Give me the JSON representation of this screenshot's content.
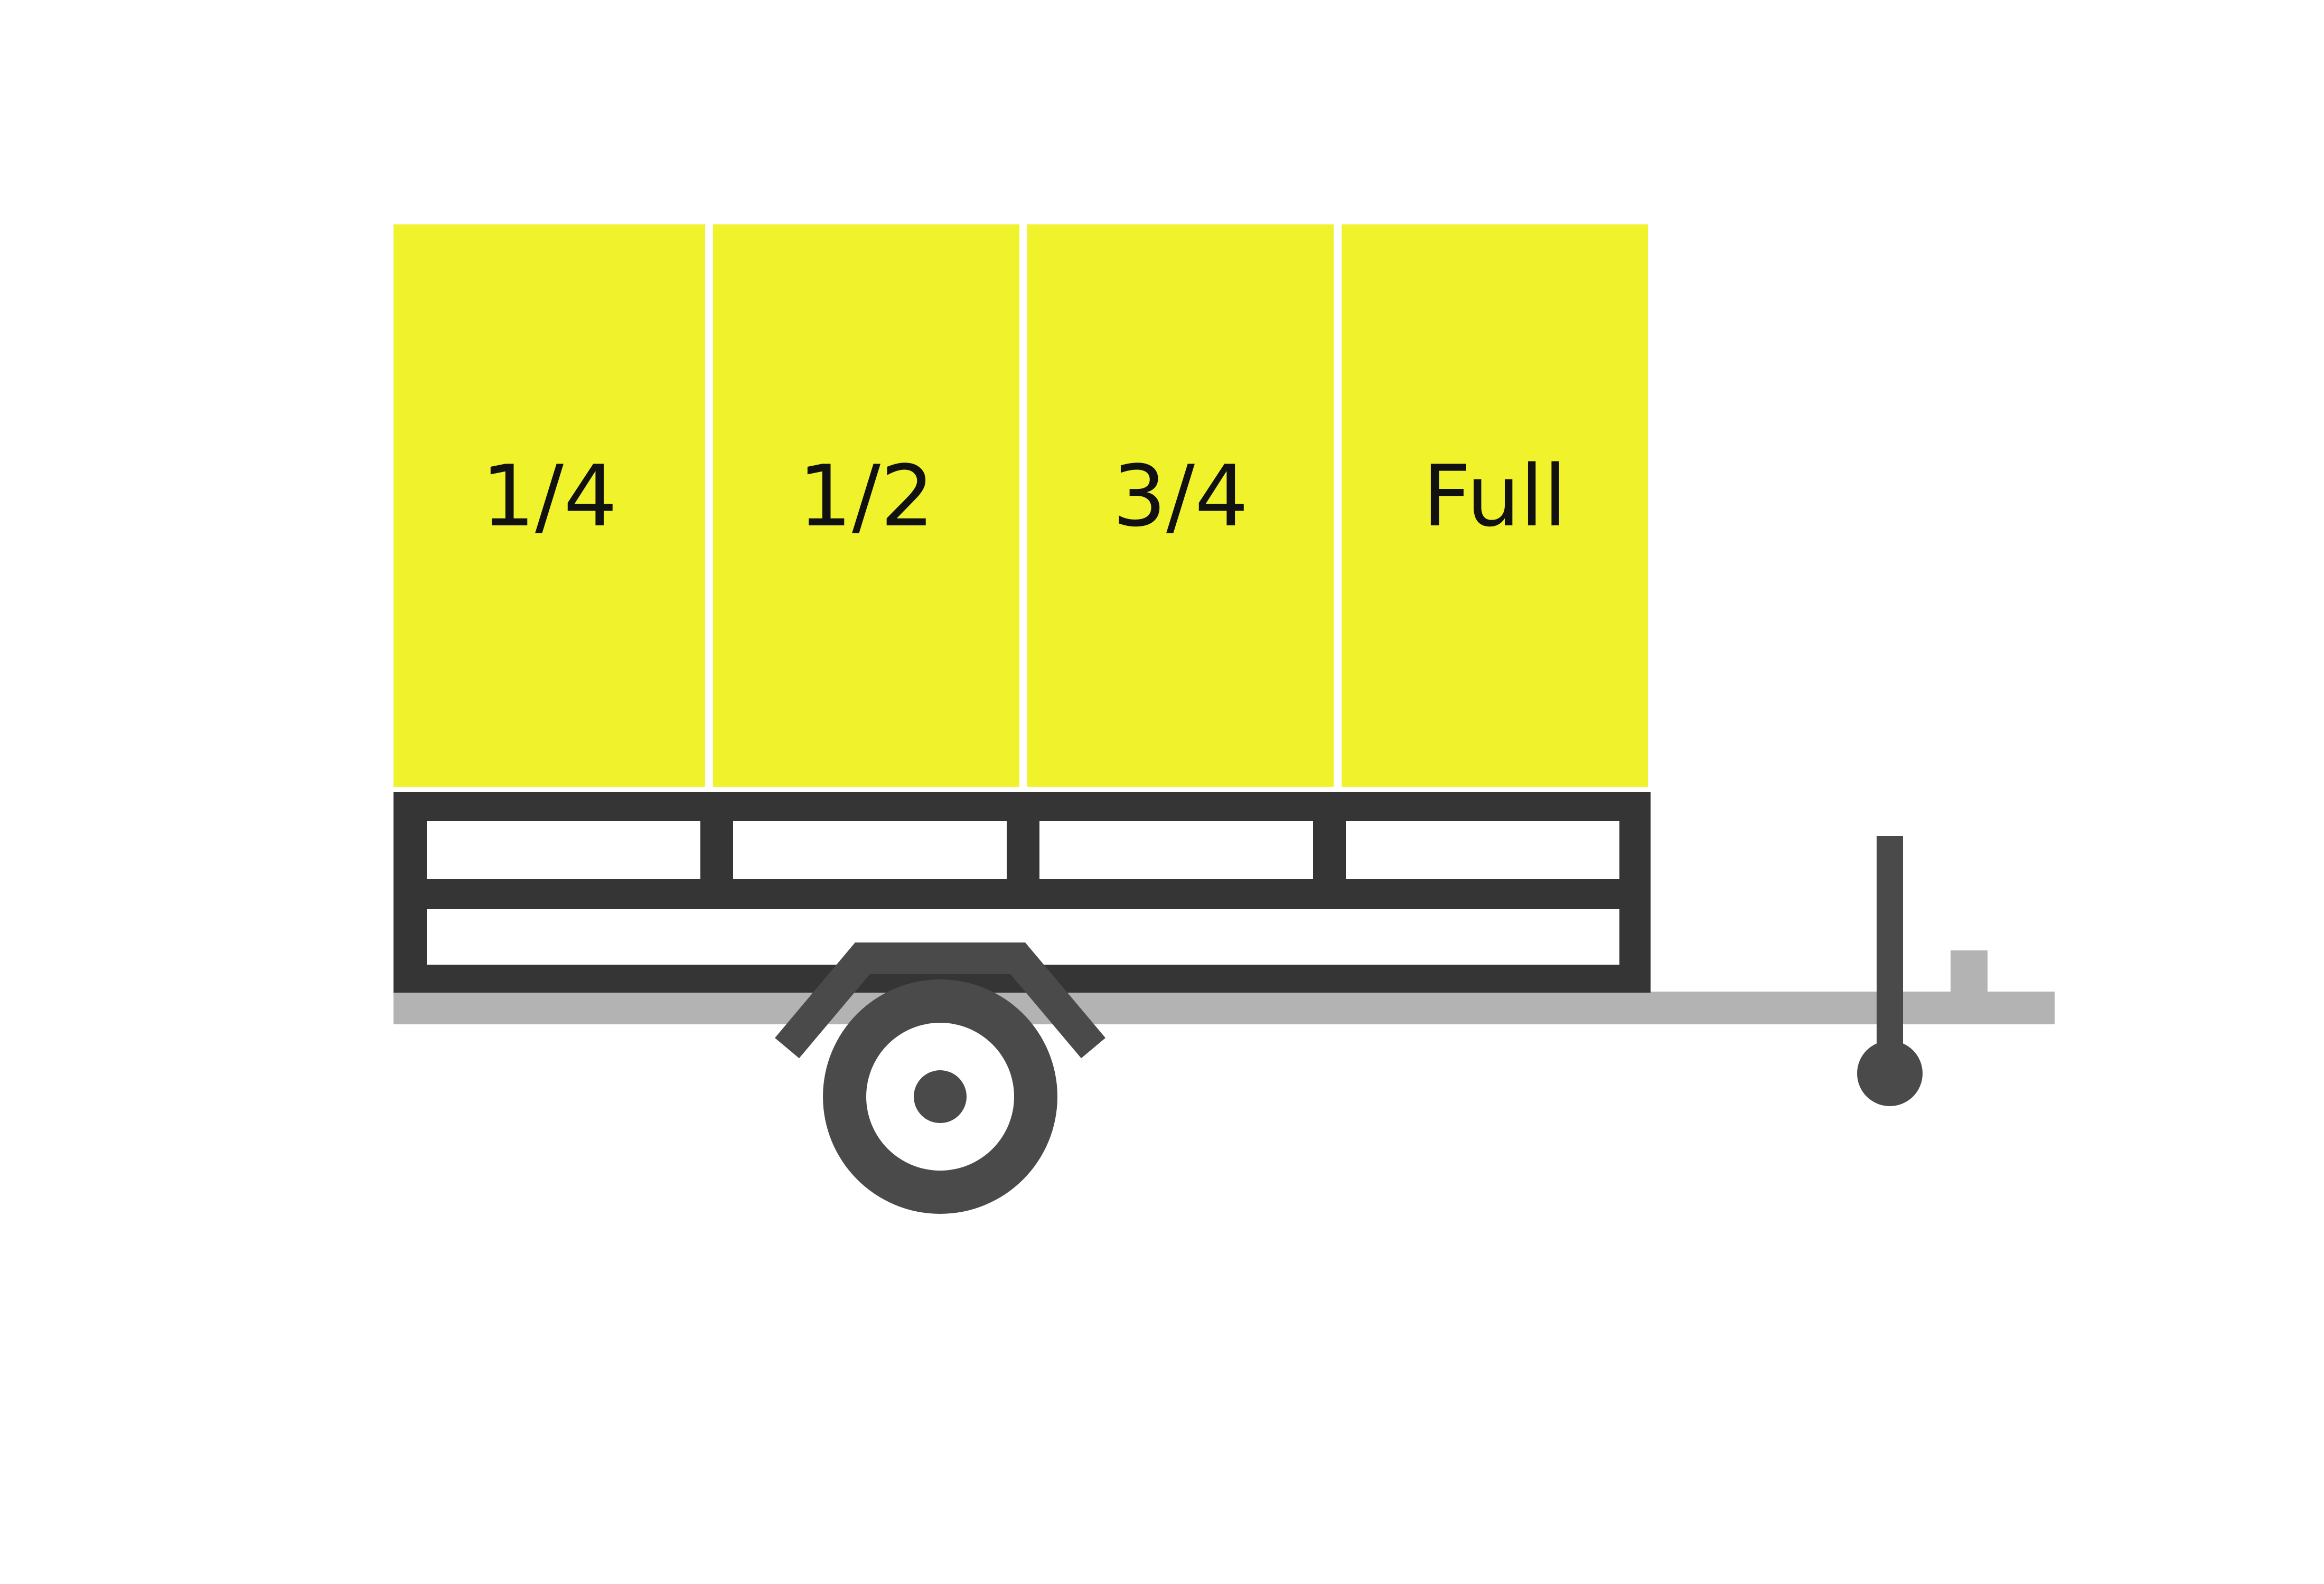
{
  "diagram": {
    "load_sections": [
      {
        "label": "1/4"
      },
      {
        "label": "1/2"
      },
      {
        "label": "3/4"
      },
      {
        "label": "Full"
      }
    ],
    "colors": {
      "background": "#ffffff",
      "load_fill": "#f0f22c",
      "frame": "#353535",
      "wheel": "#4a4a4a",
      "hub": "#ffffff",
      "ground_bar": "#b3b3b3",
      "tongue": "#b3b3b3",
      "jack": "#4a4a4a",
      "text": "#111111"
    }
  }
}
